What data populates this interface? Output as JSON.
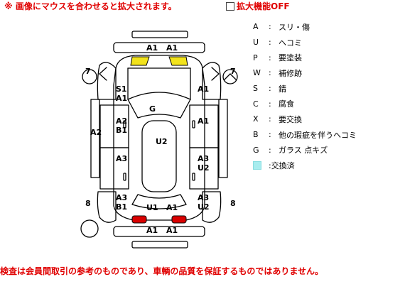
{
  "header": {
    "zoom_note": "※ 画像にマウスを合わせると拡大されます。",
    "zoom_toggle_label": "拡大機能OFF"
  },
  "diagram": {
    "side_labels": {
      "left_top": "7",
      "right_top": "7",
      "left_bottom": "8",
      "right_bottom": "8"
    },
    "codes": {
      "front_bumper_left": "A1",
      "front_bumper_right": "A1",
      "left_front_fender_top": "S1",
      "left_front_fender_bottom": "A1",
      "right_front_fender": "A1",
      "windshield": "G",
      "left_rocker": "A2",
      "left_front_door_top": "A2",
      "left_front_door_bottom": "B1",
      "right_front_door": "A1",
      "roof": "U2",
      "left_rear_door": "A3",
      "right_rear_door_top": "A3",
      "right_rear_door_bottom": "U2",
      "left_quarter_top": "A3",
      "left_quarter_bottom": "B1",
      "right_quarter_top": "A3",
      "right_quarter_bottom": "U2",
      "trunk_left": "U1",
      "trunk_right": "A1",
      "rear_bumper_left": "A1",
      "rear_bumper_right": "A1"
    },
    "colors": {
      "glass_mark": "#f2e31c",
      "lamp_mark": "#d90000",
      "outline": "#000000"
    }
  },
  "legend": {
    "separator": ":",
    "items": [
      {
        "key": "A",
        "label": "スリ・傷"
      },
      {
        "key": "U",
        "label": "ヘコミ"
      },
      {
        "key": "P",
        "label": "要塗装"
      },
      {
        "key": "W",
        "label": "補修跡"
      },
      {
        "key": "S",
        "label": "錆"
      },
      {
        "key": "C",
        "label": "腐食"
      },
      {
        "key": "X",
        "label": "要交換"
      },
      {
        "key": "B",
        "label": "他の瑕疵を伴うヘコミ"
      },
      {
        "key": "G",
        "label": "ガラス 点キズ"
      }
    ],
    "replaced_label": "交換済",
    "replaced_color": "#a8ecee"
  },
  "footer": {
    "disclaimer": "検査は会員間取引の参考のものであり、車輌の品質を保証するものではありません。"
  }
}
